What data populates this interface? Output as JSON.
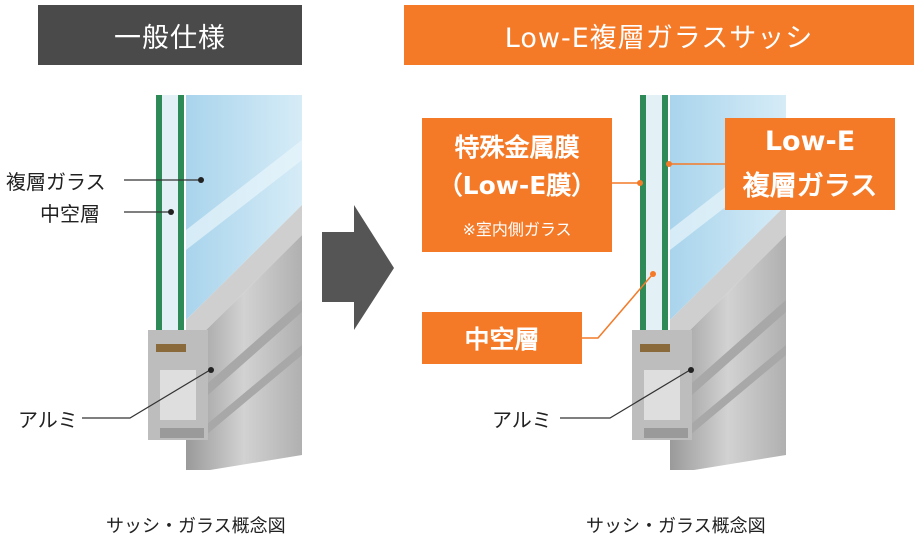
{
  "headers": {
    "left": "一般仕様",
    "right": "Low-E複層ガラスサッシ"
  },
  "left_labels": {
    "double_glass": "複層ガラス",
    "hollow_layer": "中空層",
    "aluminum": "アルミ",
    "caption": "サッシ・ガラス概念図"
  },
  "right_labels": {
    "special_film_line1": "特殊金属膜",
    "special_film_line2": "（Low-E膜）",
    "special_film_note": "※室内側ガラス",
    "lowe_line1": "Low-E",
    "lowe_line2": "複層ガラス",
    "hollow_layer": "中空層",
    "aluminum": "アルミ",
    "caption": "サッシ・ガラス概念図"
  },
  "colors": {
    "header_left": "#4a4a4a",
    "accent_orange": "#f47a28",
    "arrow": "#555555",
    "glass": "#bfe0f1",
    "glass_edge": "#2e8b57",
    "frame": "#c9c9c9"
  }
}
